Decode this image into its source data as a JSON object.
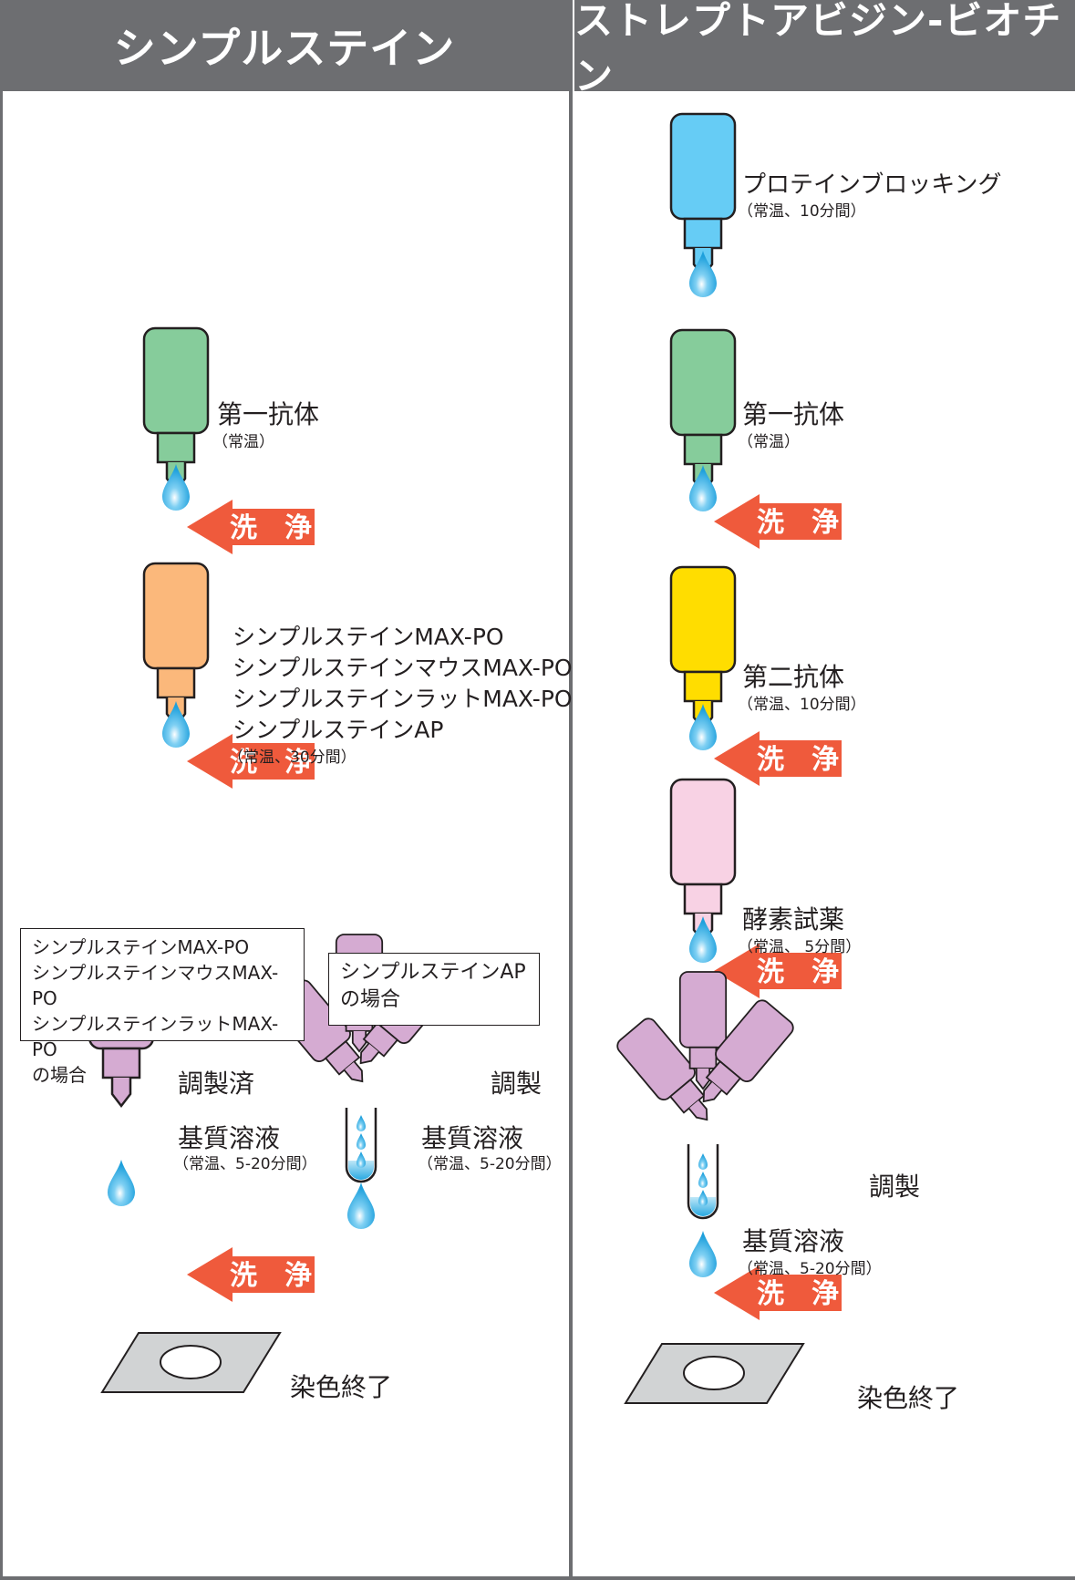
{
  "columns": {
    "left": {
      "title": "シンプルステイン"
    },
    "right": {
      "title": "ストレプトアビジン-ビオチン"
    }
  },
  "left": {
    "primary": {
      "name": "第一抗体",
      "cond": "（常温）"
    },
    "secondary": {
      "products": [
        "シンプルステインMAX-PO",
        "シンプルステインマウスMAX-PO",
        "シンプルステインラットMAX-PO",
        "シンプルステインAP"
      ],
      "cond": "（常温、30分間）"
    },
    "case_po": {
      "lines": [
        "シンプルステインMAX-PO",
        "シンプルステインマウスMAX-PO",
        "シンプルステインラットMAX-PO",
        "の場合"
      ]
    },
    "case_ap": {
      "lines": [
        "シンプルステインAP",
        "の場合"
      ]
    },
    "prepared": {
      "label": "調製済"
    },
    "prepare": {
      "label": "調製"
    },
    "substrate_po": {
      "name": "基質溶液",
      "cond": "（常温、5-20分間）"
    },
    "substrate_ap": {
      "name": "基質溶液",
      "cond": "（常温、5-20分間）"
    },
    "end": {
      "label": "染色終了"
    }
  },
  "right": {
    "blocking": {
      "name": "プロテインブロッキング",
      "cond": "（常温、10分間）"
    },
    "primary": {
      "name": "第一抗体",
      "cond": "（常温）"
    },
    "secondary": {
      "name": "第二抗体",
      "cond": "（常温、10分間）"
    },
    "enzyme": {
      "name": "酵素試薬",
      "cond": "（常温、 5分間）"
    },
    "prepare": {
      "label": "調製"
    },
    "substrate": {
      "name": "基質溶液",
      "cond": "（常温、5-20分間）"
    },
    "end": {
      "label": "染色終了"
    }
  },
  "wash": {
    "label": "洗　浄"
  },
  "colors": {
    "header_bg": "#6d6e71",
    "wash_arrow": "#ef5a3c",
    "drop": "#29a9e1",
    "bottle_blocking": "#66ccf5",
    "bottle_primary": "#86cc9b",
    "bottle_secondary_left": "#fbb87b",
    "bottle_secondary_right": "#ffdd00",
    "bottle_enzyme": "#f8d2e4",
    "bottle_substrate": "#d5abd2",
    "slide": "#d1d3d4"
  }
}
